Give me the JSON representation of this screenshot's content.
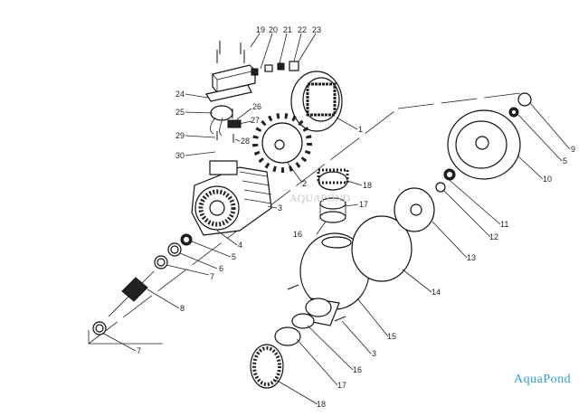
{
  "title": "Pump exploded parts diagram",
  "logo": "AquaPond",
  "watermark": "AQUAPOND",
  "labels": [
    "19",
    "20",
    "21",
    "22",
    "23",
    "24",
    "25",
    "26",
    "27",
    "28",
    "29",
    "30",
    "1",
    "2",
    "18",
    "3",
    "17",
    "16",
    "4",
    "5",
    "6",
    "7",
    "8",
    "7",
    "9",
    "5",
    "10",
    "11",
    "12",
    "13",
    "14",
    "15",
    "3",
    "16",
    "17",
    "18"
  ],
  "accent_color": "#2a9fd0"
}
